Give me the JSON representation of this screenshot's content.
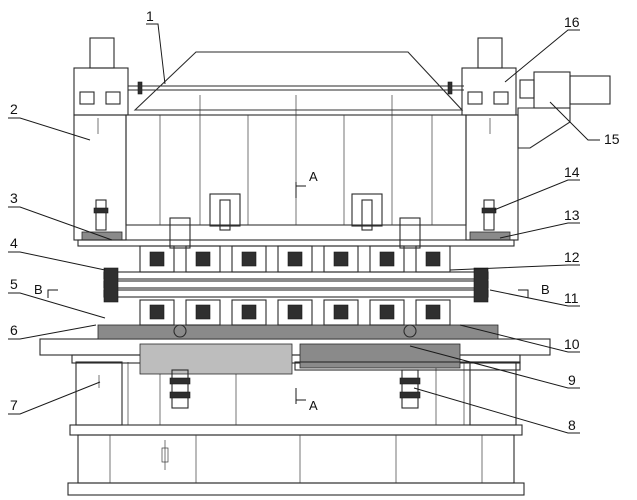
{
  "callouts": [
    {
      "id": "c1",
      "label": "1"
    },
    {
      "id": "c2",
      "label": "2"
    },
    {
      "id": "c3",
      "label": "3"
    },
    {
      "id": "c4",
      "label": "4"
    },
    {
      "id": "c5",
      "label": "5"
    },
    {
      "id": "c6",
      "label": "6"
    },
    {
      "id": "c7",
      "label": "7"
    },
    {
      "id": "c8",
      "label": "8"
    },
    {
      "id": "c9",
      "label": "9"
    },
    {
      "id": "c10",
      "label": "10"
    },
    {
      "id": "c11",
      "label": "11"
    },
    {
      "id": "c12",
      "label": "12"
    },
    {
      "id": "c13",
      "label": "13"
    },
    {
      "id": "c14",
      "label": "14"
    },
    {
      "id": "c15",
      "label": "15"
    },
    {
      "id": "c16",
      "label": "16"
    }
  ],
  "section_marks": {
    "a_top": "A",
    "a_bottom": "A",
    "b_left": "B",
    "b_right": "B"
  }
}
